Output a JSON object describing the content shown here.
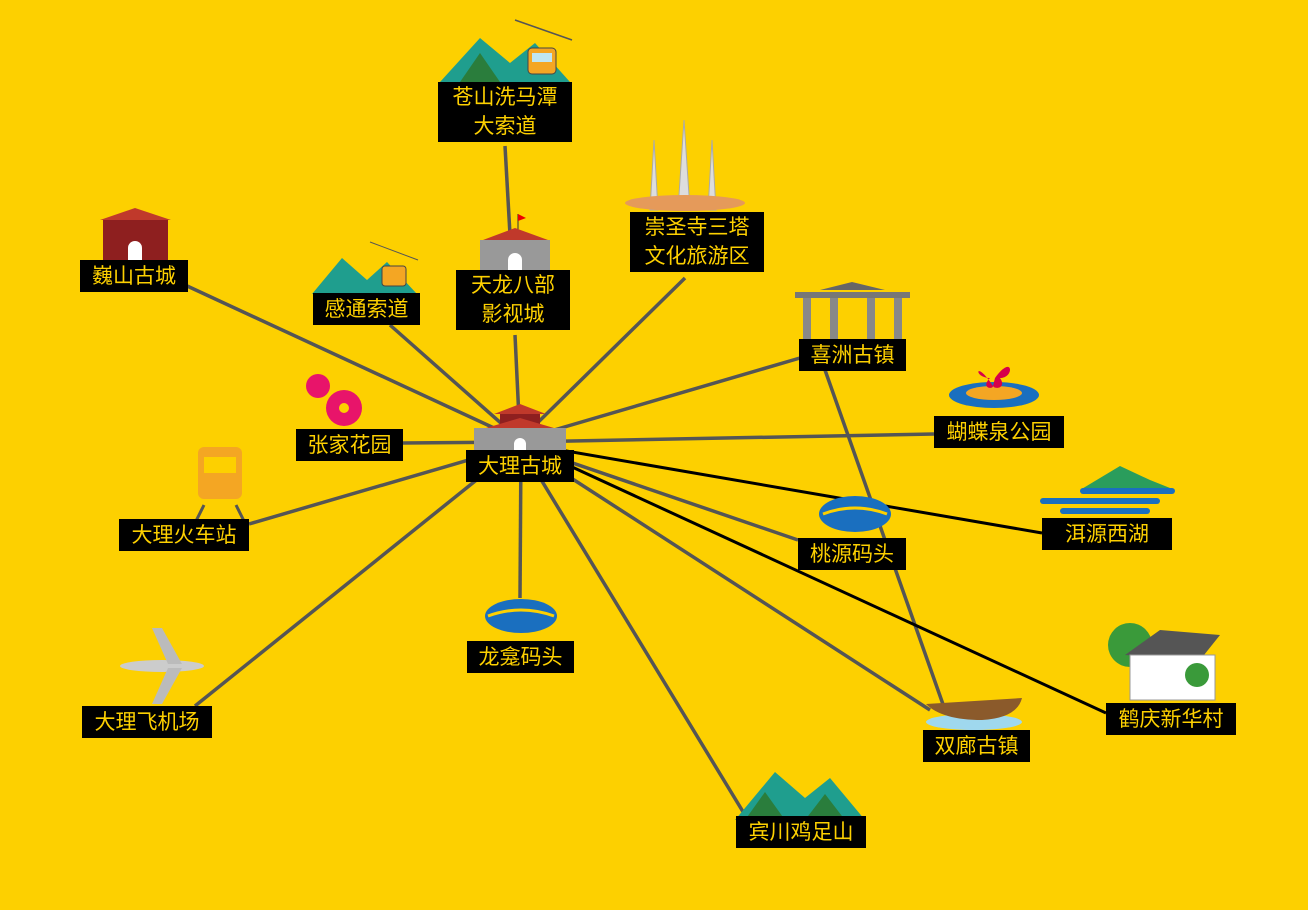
{
  "colors": {
    "background": "#FDD000",
    "label_bg": "#000000",
    "label_text": "#FDD000",
    "line": "#555555",
    "line_highlight": "#000000"
  },
  "hub": {
    "name": "大理古城"
  },
  "nodes": [
    {
      "id": "cangshan",
      "line1": "苍山洗马潭",
      "line2": "大索道",
      "icon": "cable-car-mountain-icon"
    },
    {
      "id": "chongsheng",
      "line1": "崇圣寺三塔",
      "line2": "文化旅游区",
      "icon": "three-pagodas-icon"
    },
    {
      "id": "weishan",
      "line1": "巍山古城",
      "icon": "city-gate-icon"
    },
    {
      "id": "gantong",
      "line1": "感通索道",
      "icon": "cable-car-mountain-icon"
    },
    {
      "id": "tianlong",
      "line1": "天龙八部",
      "line2": "影视城",
      "icon": "castle-icon"
    },
    {
      "id": "xizhou",
      "line1": "喜洲古镇",
      "icon": "archway-icon"
    },
    {
      "id": "hudiequan",
      "line1": "蝴蝶泉公园",
      "icon": "butterfly-spring-icon"
    },
    {
      "id": "zhangjia",
      "line1": "张家花园",
      "icon": "flower-icon"
    },
    {
      "id": "eryuan",
      "line1": "洱源西湖",
      "icon": "lake-icon"
    },
    {
      "id": "taoyuan",
      "line1": "桃源码头",
      "icon": "fish-icon"
    },
    {
      "id": "train",
      "line1": "大理火车站",
      "icon": "train-icon"
    },
    {
      "id": "longkan",
      "line1": "龙龛码头",
      "icon": "fish-icon"
    },
    {
      "id": "heqing",
      "line1": "鹤庆新华村",
      "icon": "village-house-icon"
    },
    {
      "id": "airport",
      "line1": "大理飞机场",
      "icon": "airplane-icon"
    },
    {
      "id": "shuanglang",
      "line1": "双廊古镇",
      "icon": "boat-icon"
    },
    {
      "id": "jizu",
      "line1": "宾川鸡足山",
      "icon": "mountain-icon"
    }
  ]
}
